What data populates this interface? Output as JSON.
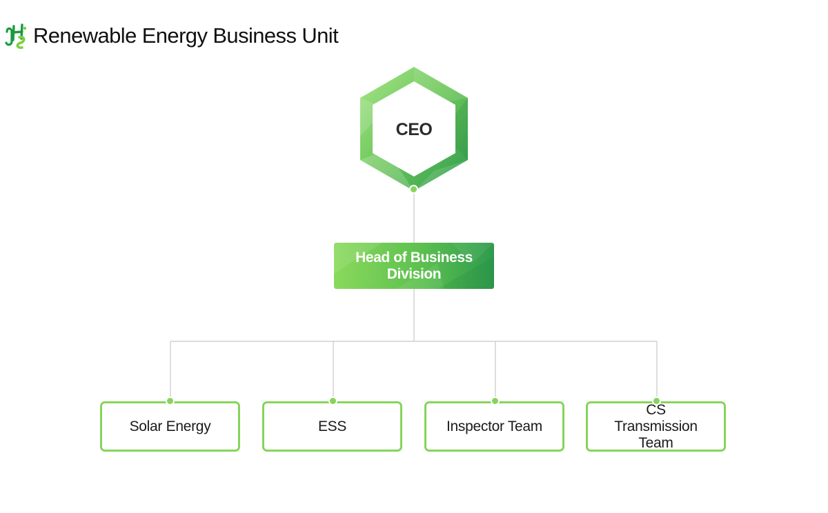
{
  "header": {
    "logo_text": "HS",
    "title": "Renewable Energy Business Unit"
  },
  "chart": {
    "ceo": "CEO",
    "head": "Head of Business Division",
    "teams": [
      {
        "label": "Solar Energy"
      },
      {
        "label": "ESS"
      },
      {
        "label": "Inspector Team"
      },
      {
        "label": "CS Transmission Team"
      }
    ]
  },
  "colors": {
    "accent_green": "#86d45a",
    "dark_green": "#2e9b4e",
    "connector_gray": "#c8c8c8"
  }
}
